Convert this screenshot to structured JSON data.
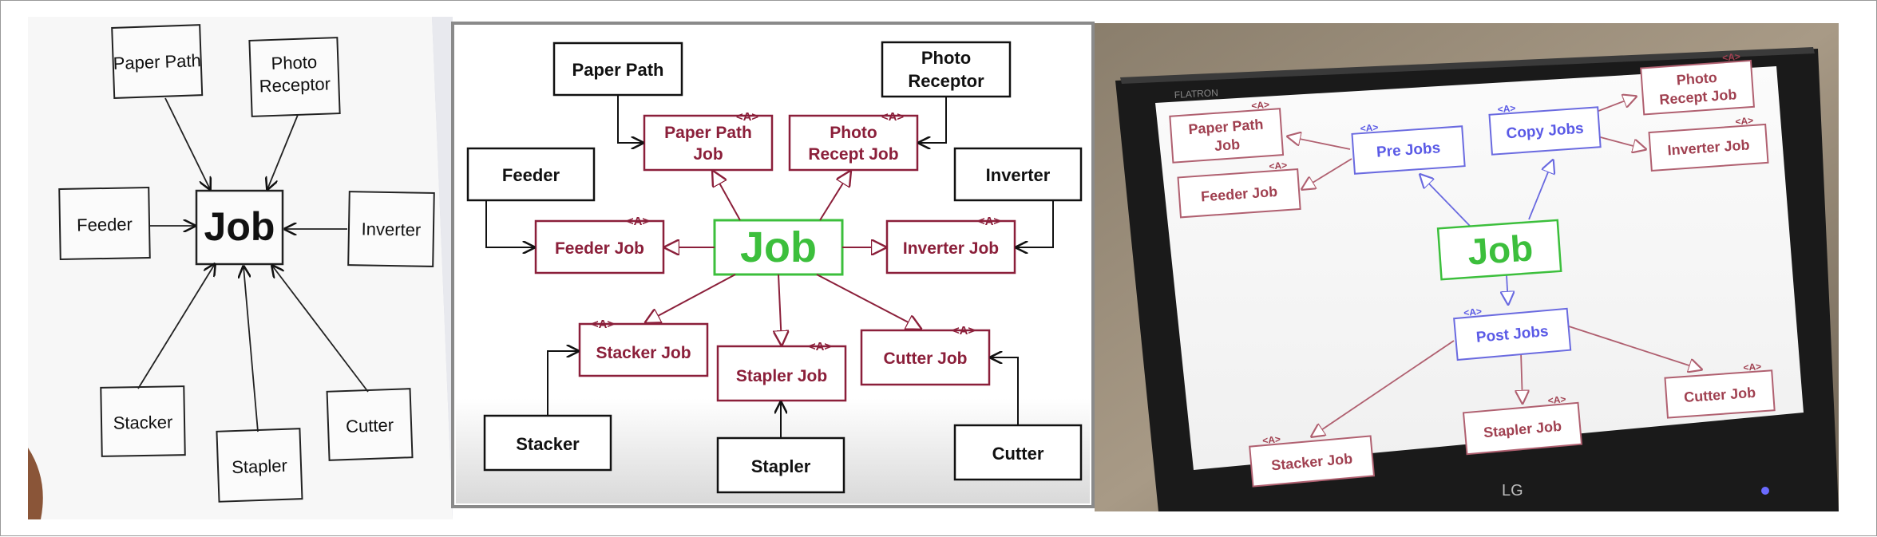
{
  "panel1": {
    "center": "Job",
    "paper_path": "Paper Path",
    "photo_receptor": [
      "Photo",
      "Receptor"
    ],
    "feeder": "Feeder",
    "inverter": "Inverter",
    "stacker": "Stacker",
    "stapler": "Stapler",
    "cutter": "Cutter"
  },
  "panel2": {
    "center": "Job",
    "abstract_marker": "<A>",
    "paper_path": "Paper Path",
    "photo_receptor": [
      "Photo",
      "Receptor"
    ],
    "feeder": "Feeder",
    "inverter": "Inverter",
    "stacker": "Stacker",
    "stapler": "Stapler",
    "cutter": "Cutter",
    "paper_path_job": [
      "Paper Path",
      "Job"
    ],
    "photo_recept_job": [
      "Photo",
      "Recept Job"
    ],
    "feeder_job": "Feeder Job",
    "inverter_job": "Inverter Job",
    "stacker_job": "Stacker Job",
    "stapler_job": "Stapler Job",
    "cutter_job": "Cutter Job"
  },
  "panel3": {
    "center": "Job",
    "abstract_marker": "<A>",
    "brand": "LG",
    "bezel_brand": "FLATRON",
    "paper_path_job": [
      "Paper Path",
      "Job"
    ],
    "feeder_job": "Feeder Job",
    "pre_jobs": "Pre Jobs",
    "copy_jobs": "Copy Jobs",
    "photo_recept_job": [
      "Photo",
      "Recept Job"
    ],
    "inverter_job": "Inverter Job",
    "post_jobs": "Post Jobs",
    "stacker_job": "Stacker Job",
    "stapler_job": "Stapler Job",
    "cutter_job": "Cutter Job"
  },
  "colors": {
    "abstract_red": "#8b1f3a",
    "center_green": "#3cbf3c",
    "group_blue": "#5a5ae6",
    "black": "#111111"
  }
}
